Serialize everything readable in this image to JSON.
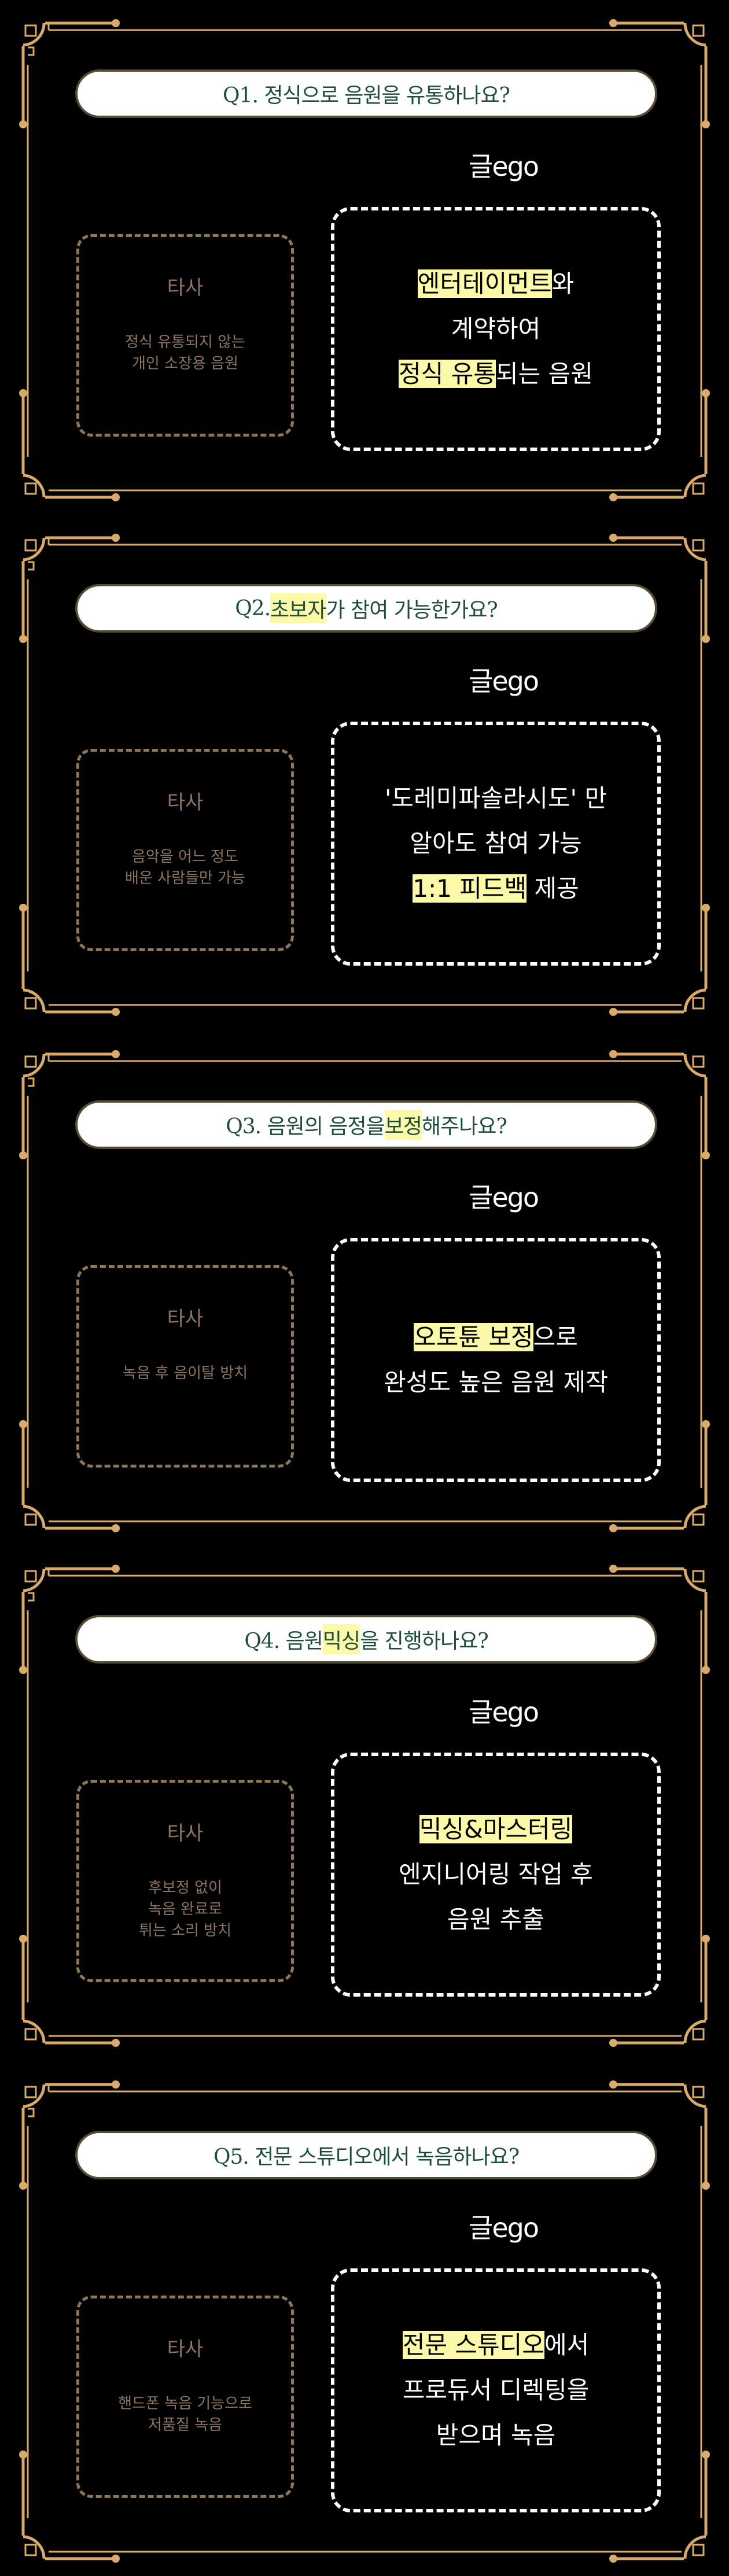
{
  "colors": {
    "background": "#000000",
    "gold": "#d9aa6a",
    "pill_border": "#574a33",
    "question_text": "#1e4d3e",
    "highlight": "#fcf9a8",
    "competitor_border": "#8c7656",
    "competitor_text": "#8c7560"
  },
  "brand_label": "글ego",
  "competitor_label": "타사",
  "sections": [
    {
      "question": {
        "pre": "Q1. 정식으로 음원을 유통하나요?",
        "hl": "",
        "post": ""
      },
      "competitor_desc": [
        "정식 유통되지 않는",
        "개인 소장용 음원"
      ],
      "ours": [
        {
          "hl": "엔터테이먼트",
          "post": "와"
        },
        {
          "hl": "",
          "post": "계약하여"
        },
        {
          "hl": "정식 유통",
          "post": "되는 음원"
        }
      ]
    },
    {
      "question": {
        "pre": "Q2. ",
        "hl": "초보자",
        "post": "가 참여 가능한가요?"
      },
      "competitor_desc": [
        "음악을 어느 정도",
        "배운 사람들만 가능"
      ],
      "ours": [
        {
          "hl": "",
          "post": "'도레미파솔라시도' 만"
        },
        {
          "hl": "",
          "post": "알아도 참여 가능"
        },
        {
          "hl": "1:1 피드백",
          "post": " 제공"
        }
      ]
    },
    {
      "question": {
        "pre": "Q3. 음원의 음정을 ",
        "hl": "보정",
        "post": "해주나요?"
      },
      "competitor_desc": [
        "녹음 후 음이탈 방치"
      ],
      "ours": [
        {
          "hl": "오토튠 보정",
          "post": "으로"
        },
        {
          "hl": "",
          "post": "완성도 높은 음원 제작"
        }
      ]
    },
    {
      "question": {
        "pre": "Q4. 음원 ",
        "hl": "믹싱",
        "post": "을 진행하나요?"
      },
      "competitor_desc": [
        "후보정 없이",
        "녹음 완료로",
        "튀는 소리 방치"
      ],
      "ours": [
        {
          "hl": "믹싱&마스터링",
          "post": ""
        },
        {
          "hl": "",
          "post": "엔지니어링 작업 후"
        },
        {
          "hl": "",
          "post": "음원 추출"
        }
      ]
    },
    {
      "question": {
        "pre": "Q5. 전문 스튜디오에서 녹음하나요?",
        "hl": "",
        "post": ""
      },
      "competitor_desc": [
        "핸드폰 녹음 기능으로",
        "저품질 녹음"
      ],
      "ours": [
        {
          "hl": "전문 스튜디오",
          "post": "에서"
        },
        {
          "hl": "",
          "post": "프로듀서 디렉팅을"
        },
        {
          "hl": "",
          "post": "받으며 녹음"
        }
      ]
    }
  ]
}
